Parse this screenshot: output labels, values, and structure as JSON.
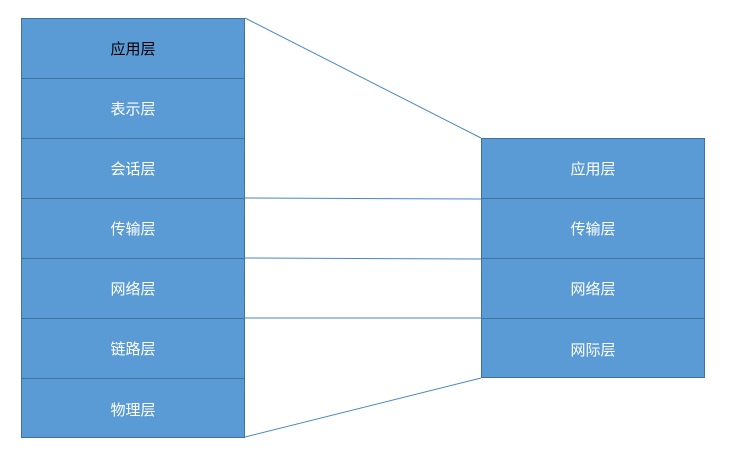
{
  "osi_model": {
    "layers": [
      {
        "label": "应用层"
      },
      {
        "label": "表示层"
      },
      {
        "label": "会话层"
      },
      {
        "label": "传输层"
      },
      {
        "label": "网络层"
      },
      {
        "label": "链路层"
      },
      {
        "label": "物理层"
      }
    ]
  },
  "tcpip_model": {
    "layers": [
      {
        "label": "应用层"
      },
      {
        "label": "传输层"
      },
      {
        "label": "网络层"
      },
      {
        "label": "网际层"
      }
    ]
  },
  "colors": {
    "box_fill": "#5b9bd5",
    "box_border": "#41719c",
    "connector": "#4a86c5"
  }
}
